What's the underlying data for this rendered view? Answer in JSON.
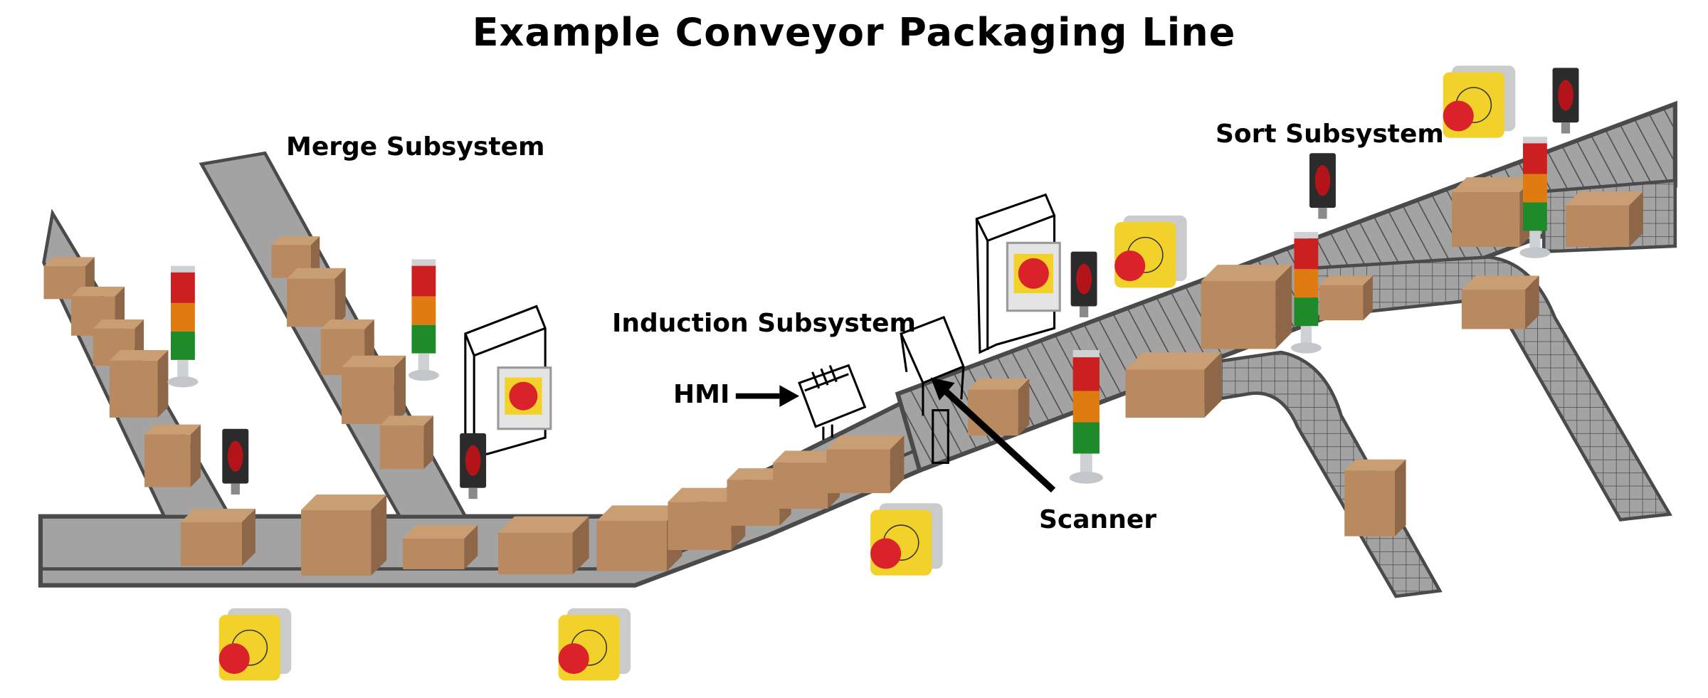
{
  "title": "Example Conveyor Packaging Line",
  "labels": {
    "merge": "Merge Subsystem",
    "induction": "Induction Subsystem",
    "hmi": "HMI",
    "scanner": "Scanner",
    "sort": "Sort Subsystem"
  },
  "colors": {
    "belt": "#a3a3a3",
    "belt_edge": "#4a4a4a",
    "box_top": "#c99e72",
    "box_front": "#b98960",
    "box_side": "#8e6749",
    "stack_red": "#cc1f1f",
    "stack_amber": "#e07b12",
    "stack_green": "#1e8a2a",
    "estop_yellow": "#f2d22a",
    "estop_red": "#d9222a",
    "sensor_body": "#2b2b2b",
    "sensor_lens": "#b3141a"
  },
  "components": {
    "stack_lights": 5,
    "photo_sensors": 5,
    "emergency_stops": 5,
    "disconnect_switches": 2
  }
}
